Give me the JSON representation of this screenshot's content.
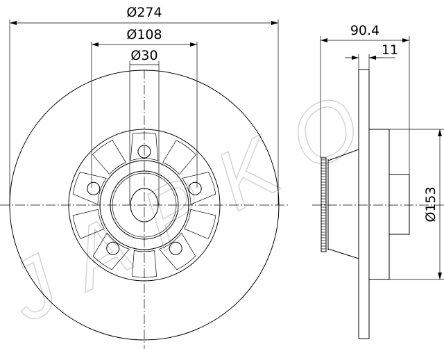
{
  "drawing": {
    "watermark": "JAPKO",
    "dimensions": {
      "outer_diameter": "Ø274",
      "bolt_circle_diameter": "Ø108",
      "center_bore_diameter": "Ø30",
      "total_height": "90.4",
      "disc_thickness": "11",
      "hub_diameter": "Ø153"
    },
    "bolt_holes": 5
  }
}
